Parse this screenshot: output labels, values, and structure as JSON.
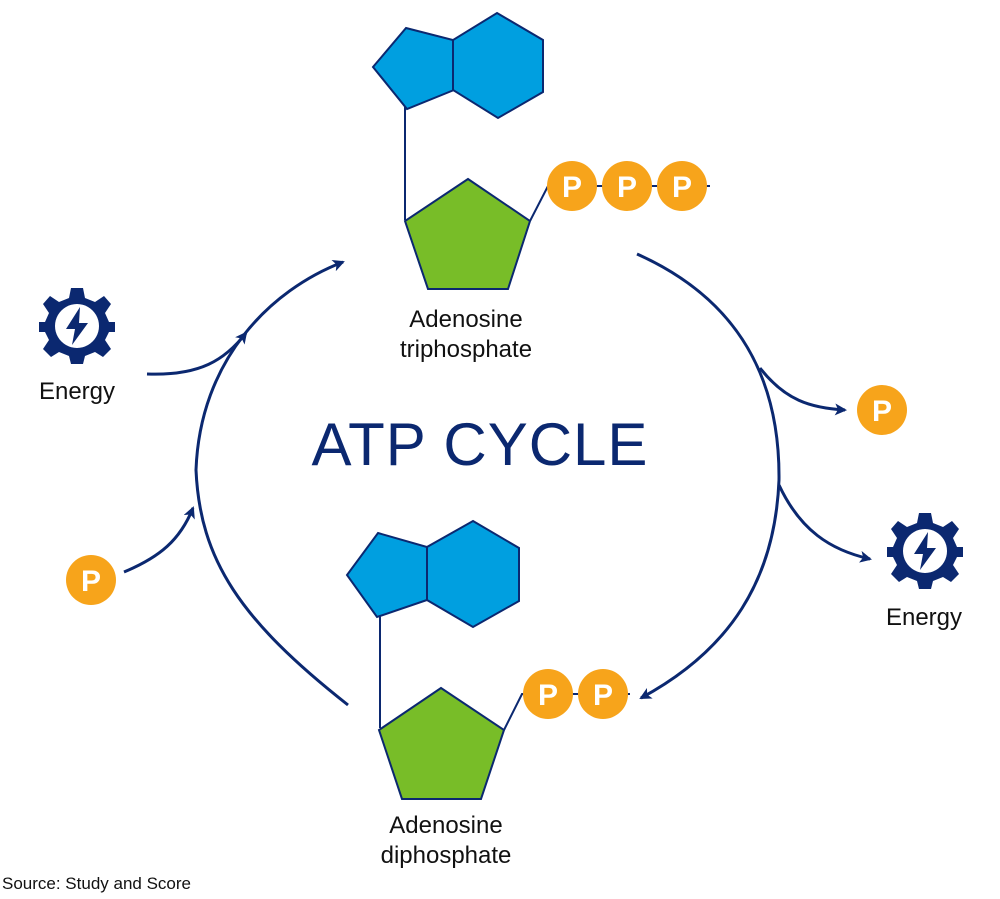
{
  "title": "ATP CYCLE",
  "atp_label": {
    "line1": "Adenosine",
    "line2": "triphosphate"
  },
  "adp_label": {
    "line1": "Adenosine",
    "line2": "diphosphate"
  },
  "energy_in_label": "Energy",
  "energy_out_label": "Energy",
  "phosphate_symbol": "P",
  "source": "Source: Study and Score",
  "colors": {
    "navy": "#0b2870",
    "ring_blue": "#009fe0",
    "sugar_green": "#78bd28",
    "phosphate_orange": "#f7a41b",
    "text": "#111111"
  },
  "icons": {
    "energy": "gear-lightning-icon",
    "phosphate": "phosphate-circle-icon"
  }
}
